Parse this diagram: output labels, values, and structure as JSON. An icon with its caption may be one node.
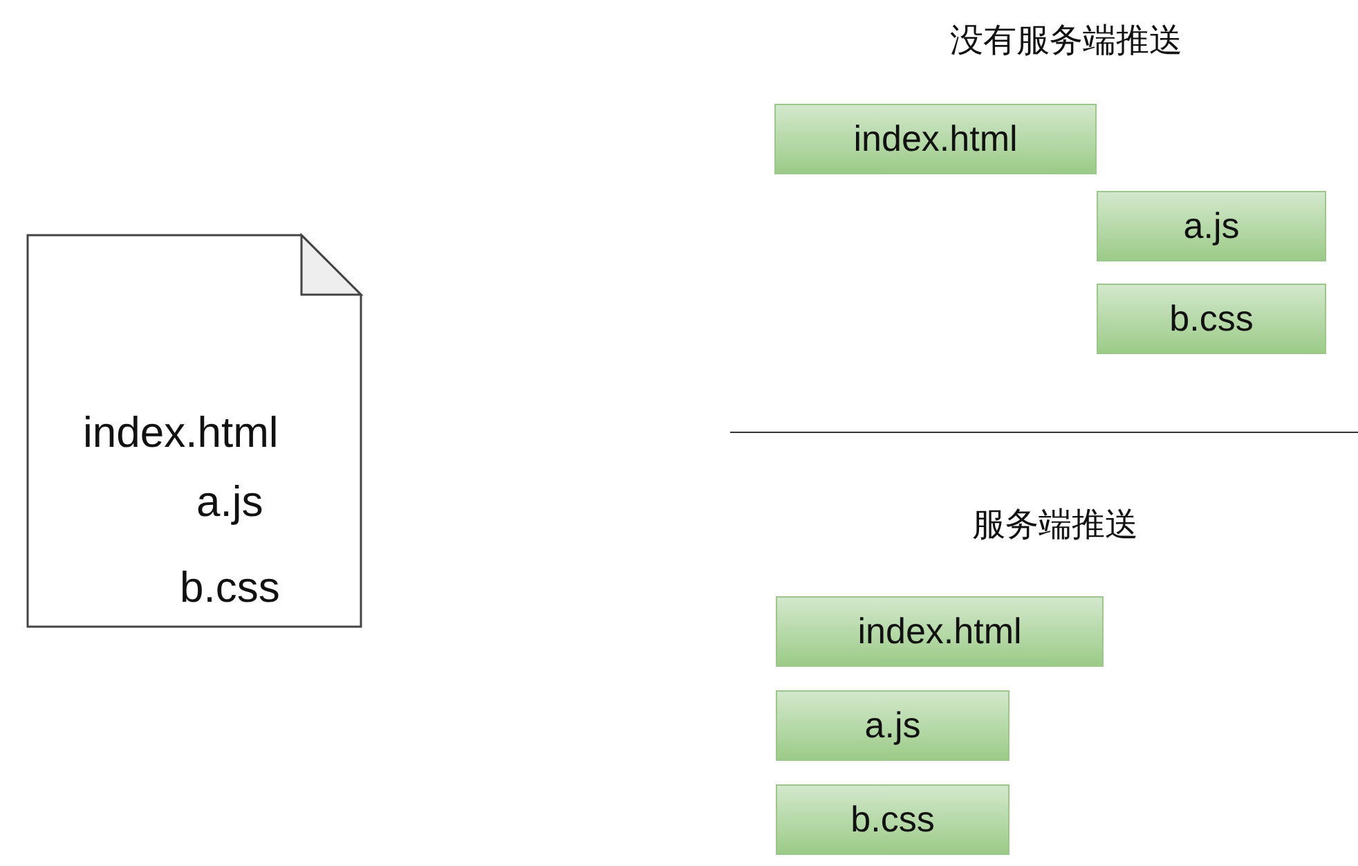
{
  "diagram": {
    "nodes": [
      {
        "text": [
          "index.html",
          "a.js",
          "b.css"
        ]
      },
      {
        "text": [
          "index.html"
        ]
      },
      {
        "text": [
          "a.js"
        ]
      },
      {
        "text": [
          "b.css"
        ]
      },
      {
        "text": [
          "index.html"
        ]
      },
      {
        "text": [
          "a.js"
        ]
      },
      {
        "text": [
          "b.css"
        ]
      }
    ],
    "labels": [
      "没有服务端推送",
      "服务端推送"
    ]
  }
}
